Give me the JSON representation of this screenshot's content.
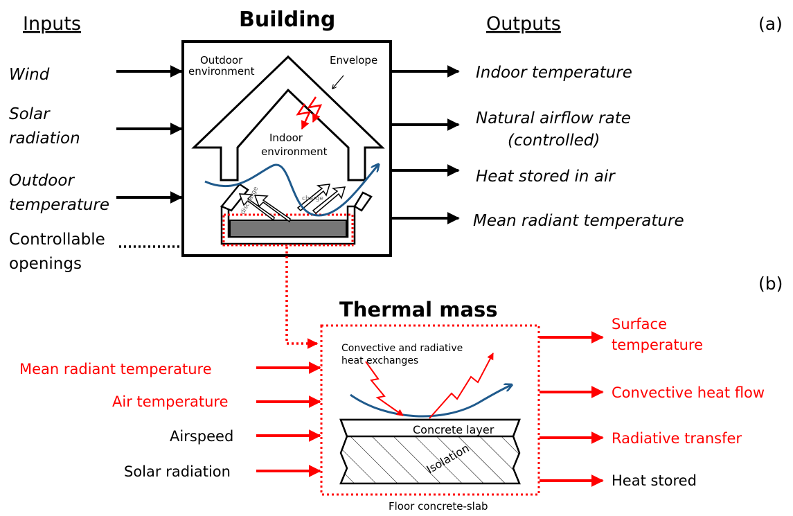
{
  "panel_a": {
    "label": "(a)",
    "inputs_header": "Inputs",
    "building_title": "Building",
    "outputs_header": "Outputs",
    "inputs": {
      "wind": "Wind",
      "solar_1": "Solar",
      "solar_2": "radiation",
      "outdoor_1": "Outdoor",
      "outdoor_2": "temperature",
      "openings_1": "Controllable",
      "openings_2": "openings"
    },
    "outputs": {
      "indoor_temp": "Indoor temperature",
      "airflow_1": "Natural airflow rate",
      "airflow_2": "(controlled)",
      "heat_air": "Heat stored in air",
      "mrt": "Mean radiant temperature"
    },
    "inner": {
      "outdoor_env_1": "Outdoor",
      "outdoor_env_2": "environment",
      "envelope": "Envelope",
      "indoor_env_1": "Indoor",
      "indoor_env_2": "environment",
      "discharge": "discharge",
      "charge": "charge"
    }
  },
  "panel_b": {
    "label": "(b)",
    "title": "Thermal mass",
    "inputs": {
      "mrt": "Mean radiant temperature",
      "air_temp": "Air temperature",
      "airspeed": "Airspeed",
      "solar": "Solar radiation"
    },
    "outputs": {
      "surface_1": "Surface",
      "surface_2": "temperature",
      "convective": "Convective heat flow",
      "radiative": "Radiative transfer",
      "heat_stored": "Heat stored"
    },
    "inner": {
      "exchanges_1": "Convective and radiative",
      "exchanges_2": "heat exchanges",
      "concrete": "Concrete layer",
      "isolation": "Isolation"
    },
    "caption": "Floor concrete-slab"
  },
  "colors": {
    "red": "#ff0000",
    "blue_curve": "#1f5a8c",
    "slab_gray": "#777777"
  }
}
